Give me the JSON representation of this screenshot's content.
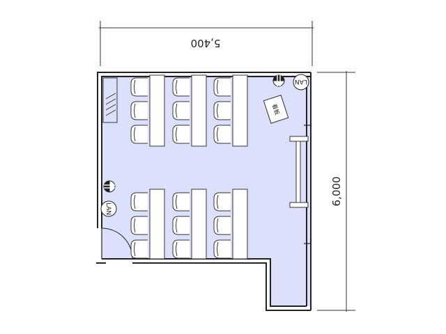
{
  "dimensions": {
    "width_label": "5,400",
    "depth_label": "6,000"
  },
  "outlets": {
    "lan_label": "LAN"
  },
  "furniture": {
    "note_label": "看板"
  },
  "colors": {
    "floor": "#dde0fb",
    "wall": "#222222",
    "line": "#333333"
  }
}
